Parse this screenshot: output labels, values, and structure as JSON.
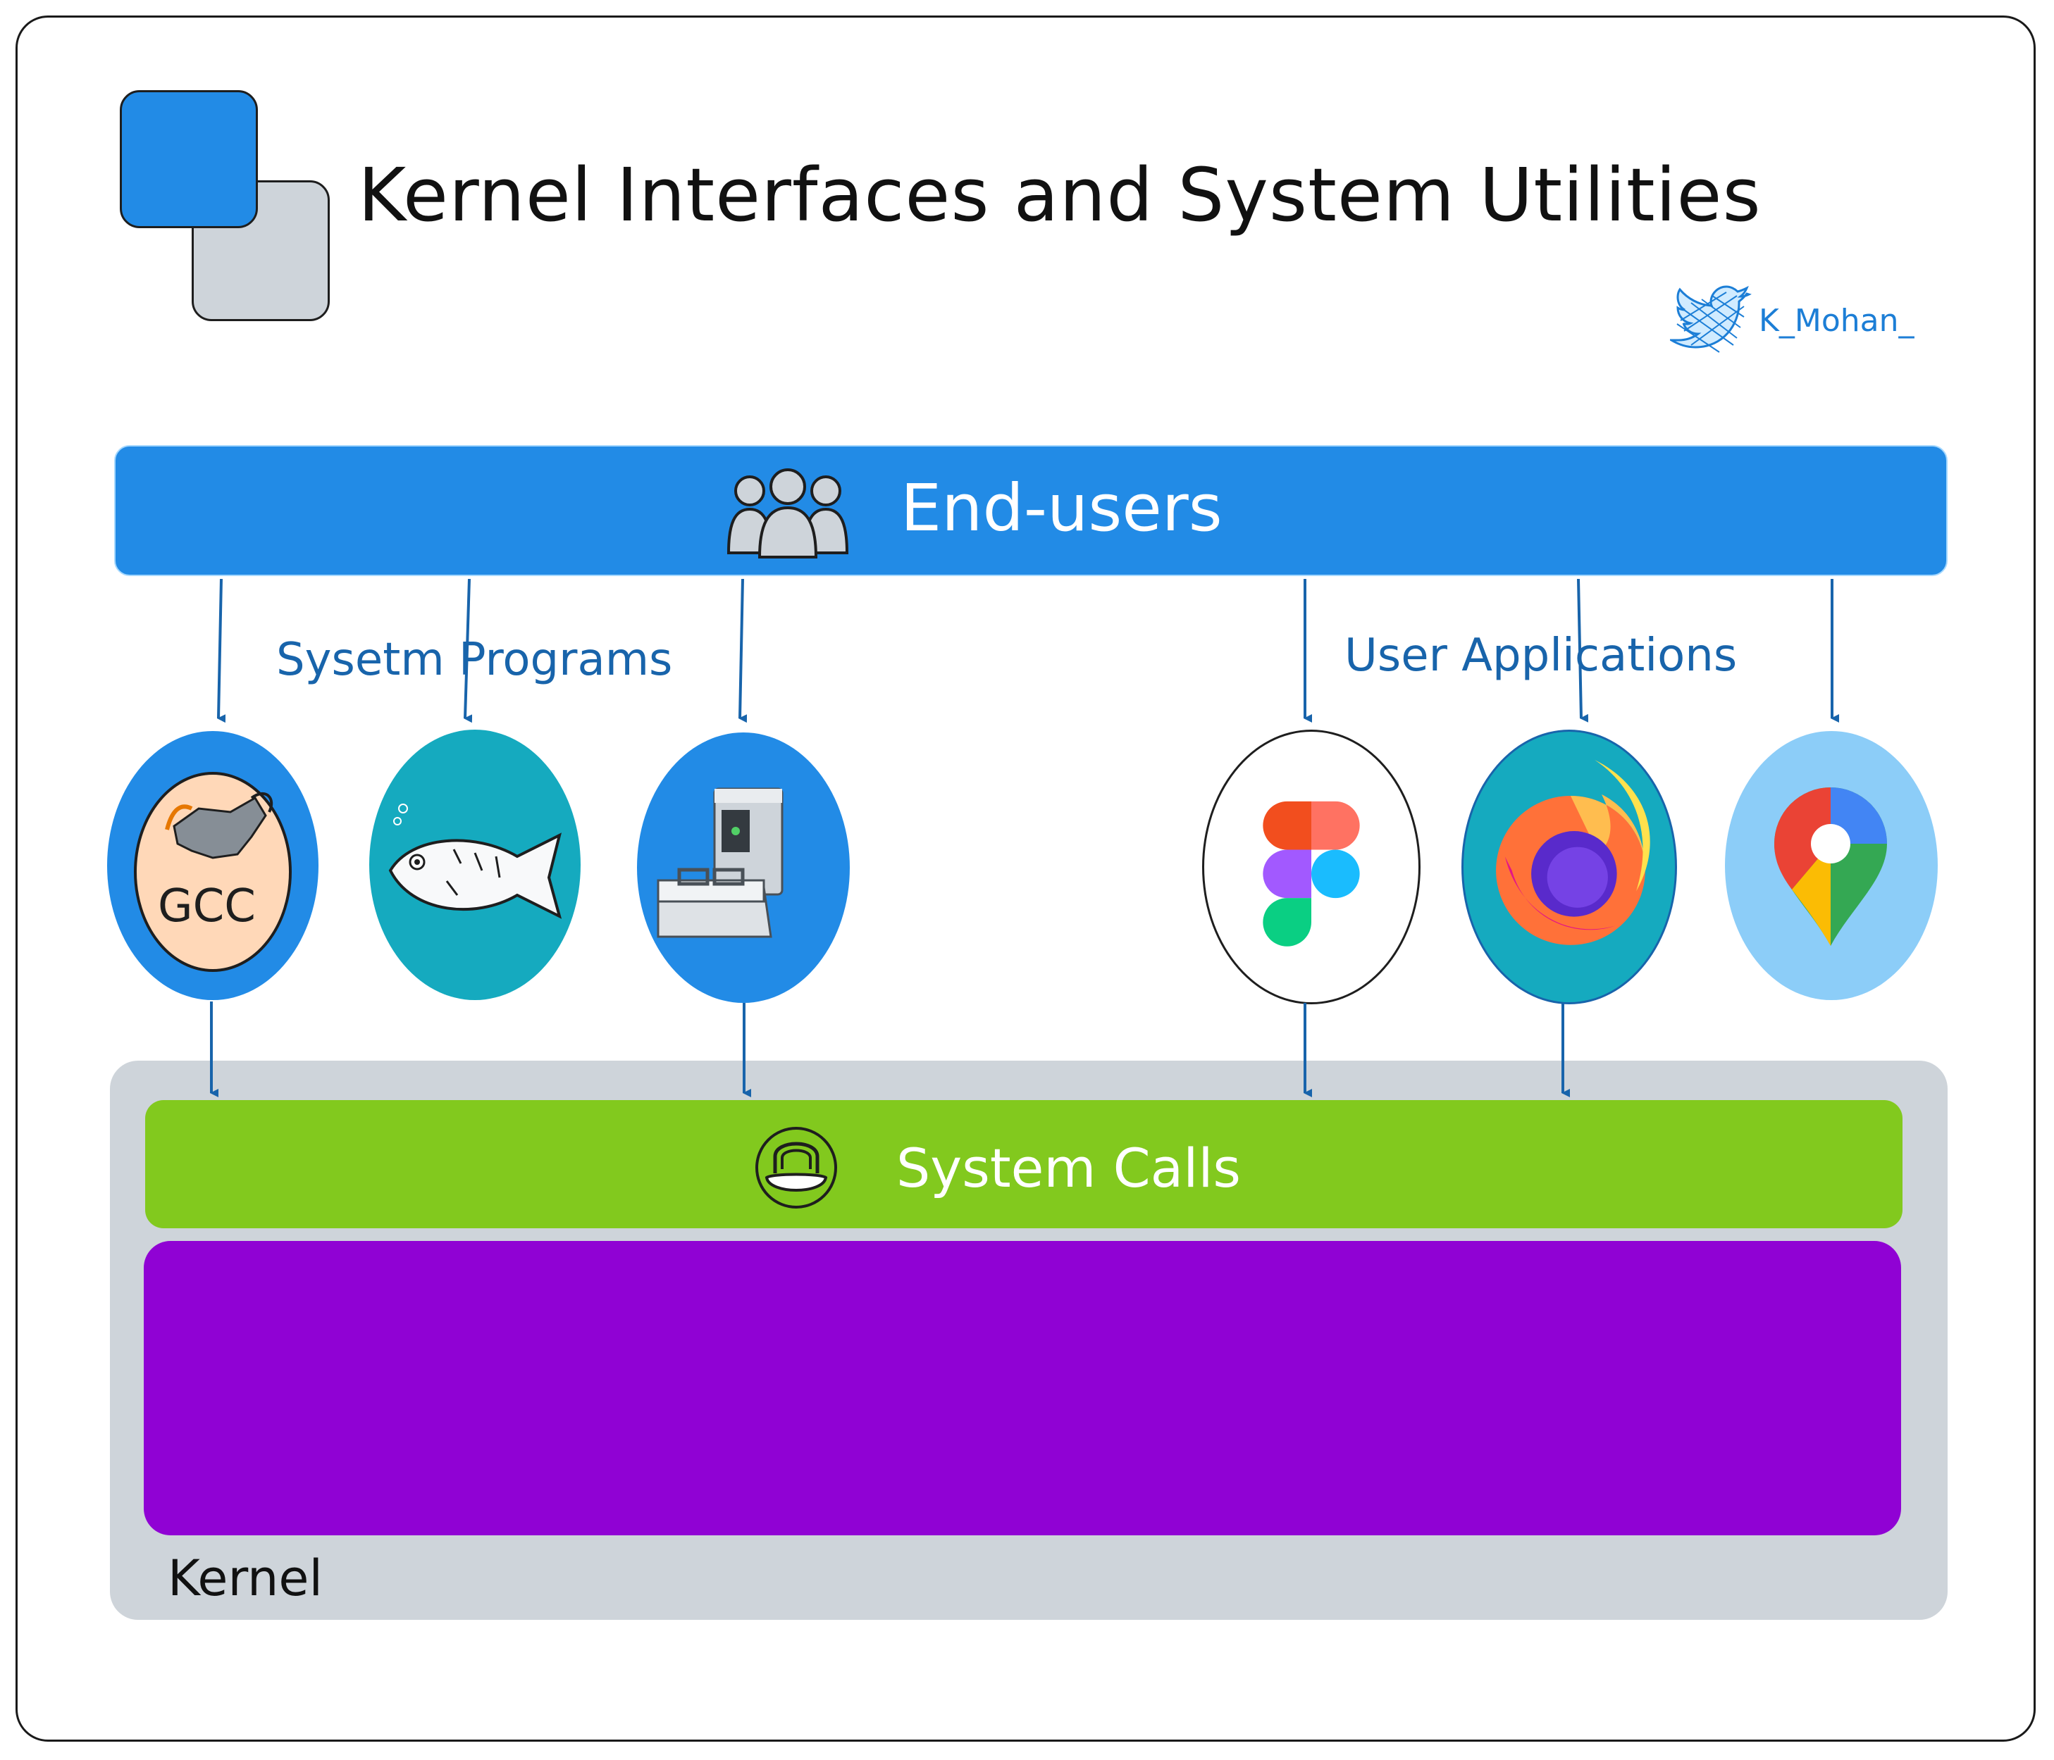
{
  "title": "Kernel Interfaces and System Utilities",
  "author_handle": "K_Mohan_",
  "end_users": {
    "label": "End-users",
    "icon": "users-group-icon"
  },
  "groups": {
    "system_programs": "Sysetm Programs",
    "user_applications": "User Applications"
  },
  "programs": [
    {
      "name": "gcc",
      "icon": "gcc-gnu-icon",
      "text": "GCC",
      "fill": "#228be6"
    },
    {
      "name": "fish",
      "icon": "fish-shell-icon",
      "fill": "#15aabf"
    },
    {
      "name": "toolbox",
      "icon": "system-toolbox-icon",
      "fill": "#228be6"
    }
  ],
  "applications": [
    {
      "name": "figma",
      "icon": "figma-icon",
      "fill": "#ffffff"
    },
    {
      "name": "firefox",
      "icon": "firefox-icon",
      "fill": "#15aabf"
    },
    {
      "name": "google-maps",
      "icon": "google-maps-icon",
      "fill": "#8ccdf8"
    }
  ],
  "system_calls": {
    "label": "System Calls",
    "icon": "system-call-icon"
  },
  "kernel": {
    "label": "Kernel"
  },
  "colors": {
    "primary_blue": "#228be6",
    "teal": "#15aabf",
    "green": "#82c91e",
    "purple": "#9002d4",
    "gray": "#ced4da",
    "arrow": "#1864ab"
  }
}
